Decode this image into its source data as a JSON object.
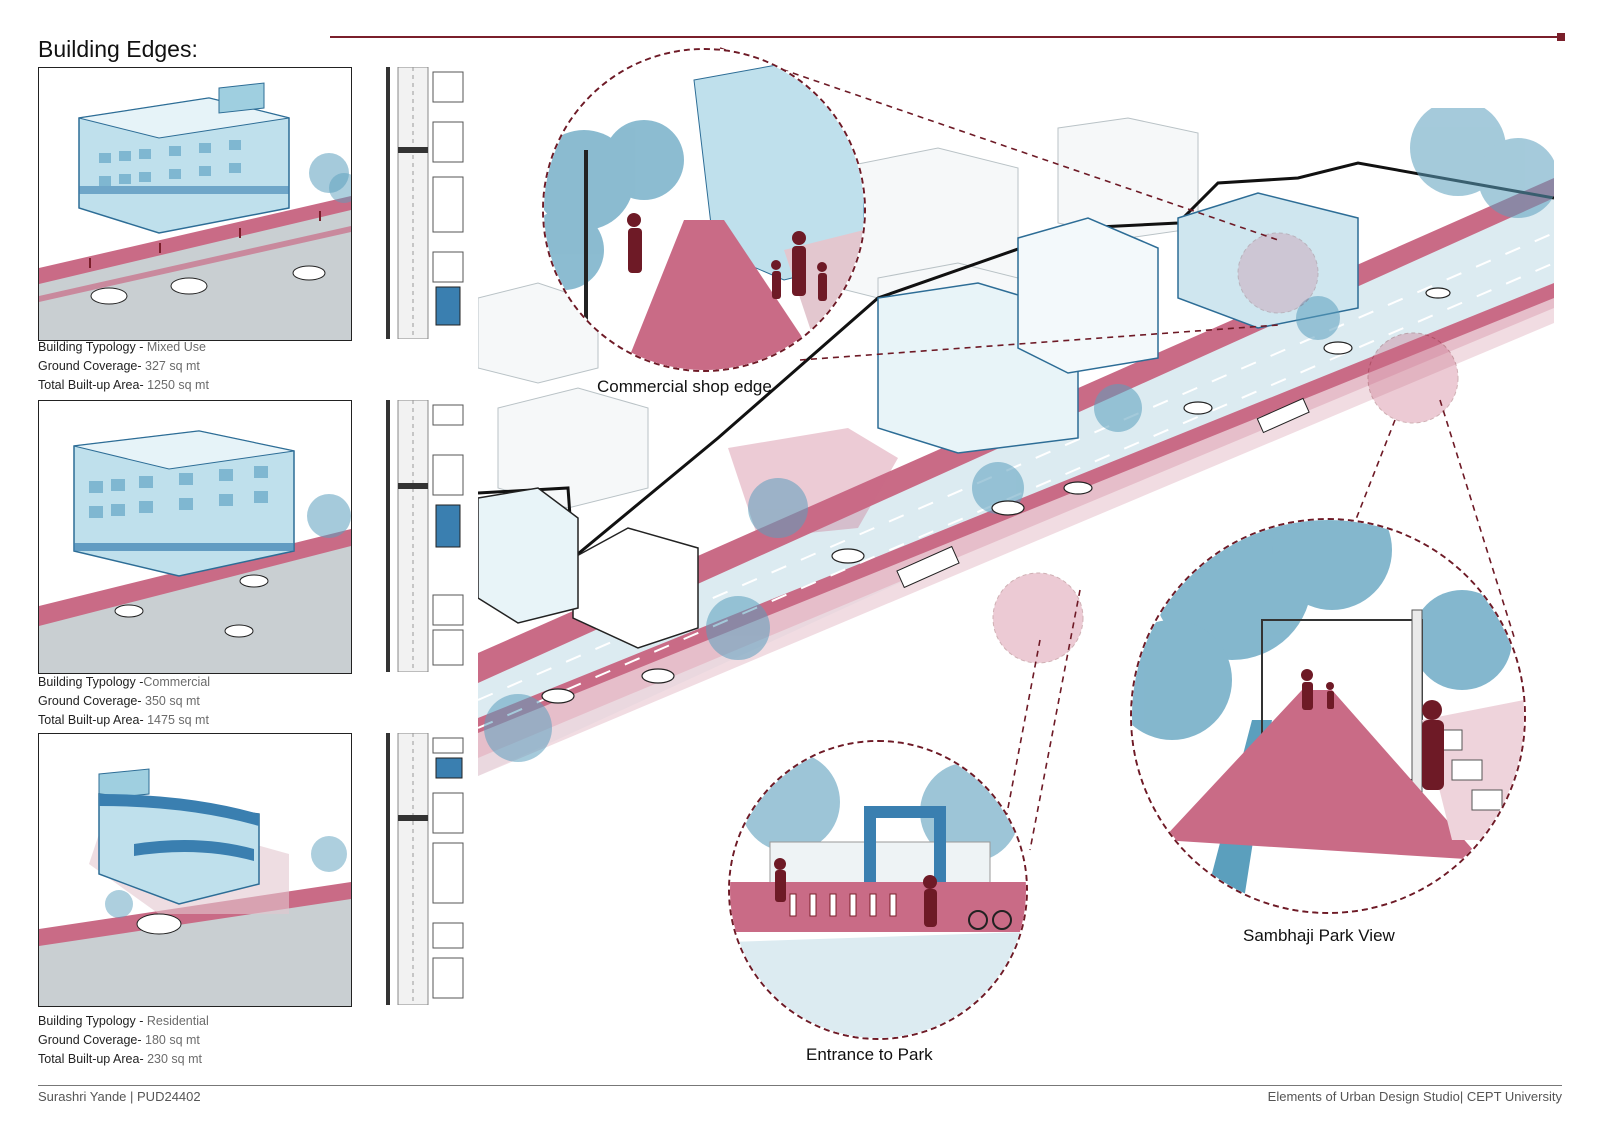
{
  "page": {
    "title": "Building Edges:",
    "footer_left": "Surashri Yande | PUD24402",
    "footer_right": "Elements of Urban Design Studio| CEPT University"
  },
  "buildings": [
    {
      "typology_label": "Building Typology - ",
      "typology": "Mixed Use",
      "coverage_label": "Ground Coverage- ",
      "coverage": "327 sq mt",
      "builtup_label": "Total Built-up Area- ",
      "builtup": "1250 sq mt"
    },
    {
      "typology_label": "Building Typology -",
      "typology": "Commercial",
      "coverage_label": "Ground Coverage- ",
      "coverage": "350 sq mt",
      "builtup_label": "Total Built-up Area- ",
      "builtup": "1475 sq mt"
    },
    {
      "typology_label": "Building Typology - ",
      "typology": "Residential",
      "coverage_label": "Ground Coverage- ",
      "coverage": "180 sq mt",
      "builtup_label": "Total Built-up Area- ",
      "builtup": "230 sq mt"
    }
  ],
  "views": {
    "commercial": "Commercial shop edge",
    "entrance": "Entrance to Park",
    "park": "Sambhaji Park View"
  },
  "colors": {
    "accent": "#7a1f2b",
    "footpath": "#c96b86",
    "tree": "#5b9fbd",
    "building": "#bfe0ec",
    "road": "#dcebf1"
  }
}
